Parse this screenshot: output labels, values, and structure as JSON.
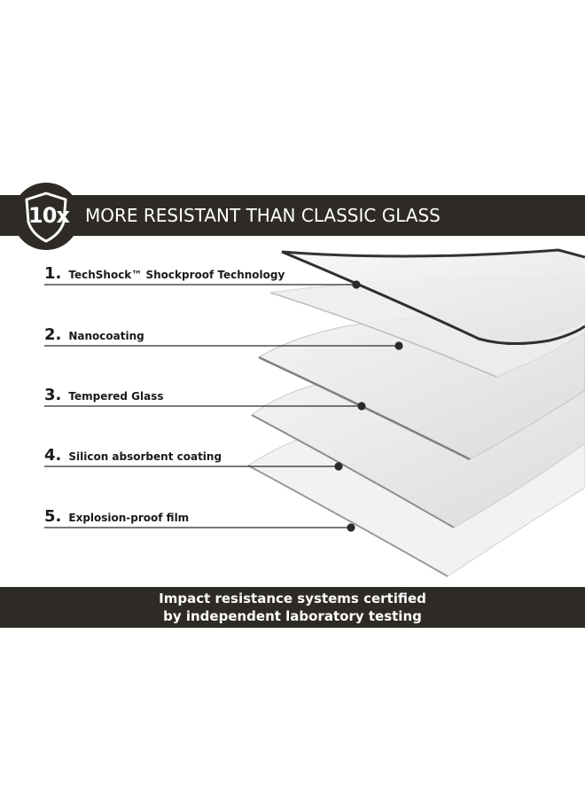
{
  "header": {
    "badge_text": "10x",
    "headline": "MORE RESISTANT THAN CLASSIC GLASS"
  },
  "layers": [
    {
      "number": "1.",
      "name": "TechShock™ Shockproof Technology"
    },
    {
      "number": "2.",
      "name": "Nanocoating"
    },
    {
      "number": "3.",
      "name": "Tempered Glass"
    },
    {
      "number": "4.",
      "name": "Silicon absorbent coating"
    },
    {
      "number": "5.",
      "name": "Explosion-proof film"
    }
  ],
  "footer": {
    "line1": "Impact resistance systems certified",
    "line2": "by independent laboratory testing"
  },
  "colors": {
    "band": "#2e2b27",
    "text_light": "#ffffff",
    "text_dark": "#1a1a1a"
  }
}
